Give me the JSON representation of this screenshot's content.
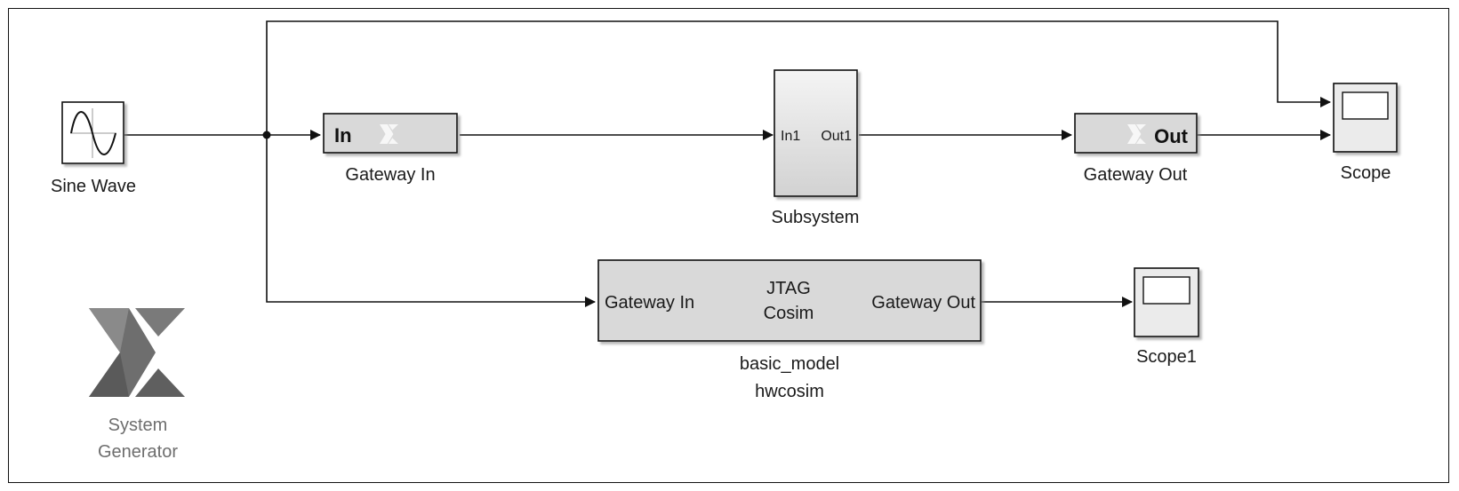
{
  "diagram": {
    "blocks": {
      "sine_wave": {
        "label": "Sine Wave",
        "icon": "sine-wave-icon"
      },
      "gateway_in": {
        "label": "Gateway In",
        "text": "In",
        "icon": "xilinx-logo-icon"
      },
      "subsystem": {
        "label": "Subsystem",
        "in_port": "In1",
        "out_port": "Out1"
      },
      "gateway_out": {
        "label": "Gateway Out",
        "text": "Out",
        "icon": "xilinx-logo-icon"
      },
      "scope": {
        "label": "Scope",
        "icon": "scope-icon"
      },
      "hwcosim": {
        "label_line1": "basic_model",
        "label_line2": "hwcosim",
        "in_port": "Gateway In",
        "out_port": "Gateway Out",
        "center_line1": "JTAG",
        "center_line2": "Cosim"
      },
      "scope1": {
        "label": "Scope1",
        "icon": "scope-icon"
      },
      "system_generator": {
        "label_line1": "System",
        "label_line2": "Generator",
        "icon": "xilinx-logo-icon"
      }
    },
    "colors": {
      "block_fill": "#d9d9d9",
      "line": "#111111",
      "logo_gray": "#6e6e6e"
    }
  }
}
